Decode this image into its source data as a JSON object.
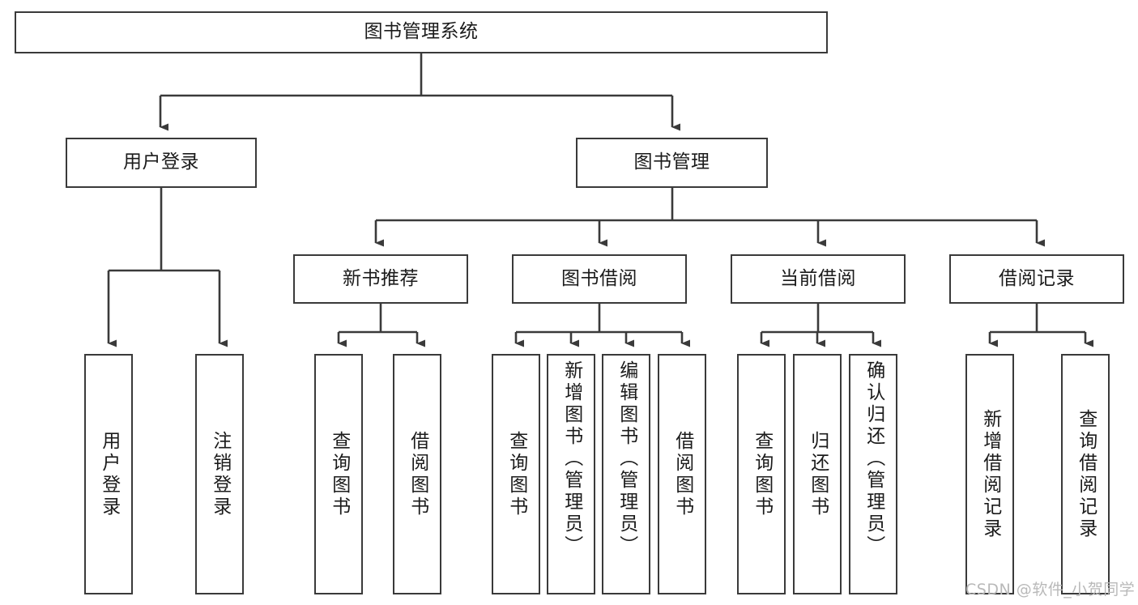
{
  "diagram": {
    "title": "图书管理系统",
    "type": "tree-hierarchy-chart",
    "watermark": "CSDN @软件_小贺同学",
    "colors": {
      "box_border": "#3a3a3a",
      "box_fill": "#ffffff",
      "edge": "#3a3a3a",
      "text": "#1b1b1b",
      "watermark": "#b9b9b9",
      "background": "#ffffff"
    },
    "root": {
      "label": "图书管理系统"
    },
    "level2": [
      {
        "label": "用户登录"
      },
      {
        "label": "图书管理"
      }
    ],
    "level3": [
      {
        "label": "新书推荐"
      },
      {
        "label": "图书借阅"
      },
      {
        "label": "当前借阅"
      },
      {
        "label": "借阅记录"
      }
    ],
    "leaves": {
      "user_login": [
        {
          "label": "用户登录"
        },
        {
          "label": "注销登录"
        }
      ],
      "new_book_recommend": [
        {
          "label": "查询图书"
        },
        {
          "label": "借阅图书"
        }
      ],
      "book_borrow": [
        {
          "label": "查询图书"
        },
        {
          "label": "新增图书（管理员）"
        },
        {
          "label": "编辑图书（管理员）"
        },
        {
          "label": "借阅图书"
        }
      ],
      "current_borrow": [
        {
          "label": "查询图书"
        },
        {
          "label": "归还图书"
        },
        {
          "label": "确认归还（管理员）"
        }
      ],
      "borrow_record": [
        {
          "label": "新增借阅记录"
        },
        {
          "label": "查询借阅记录"
        }
      ]
    }
  }
}
